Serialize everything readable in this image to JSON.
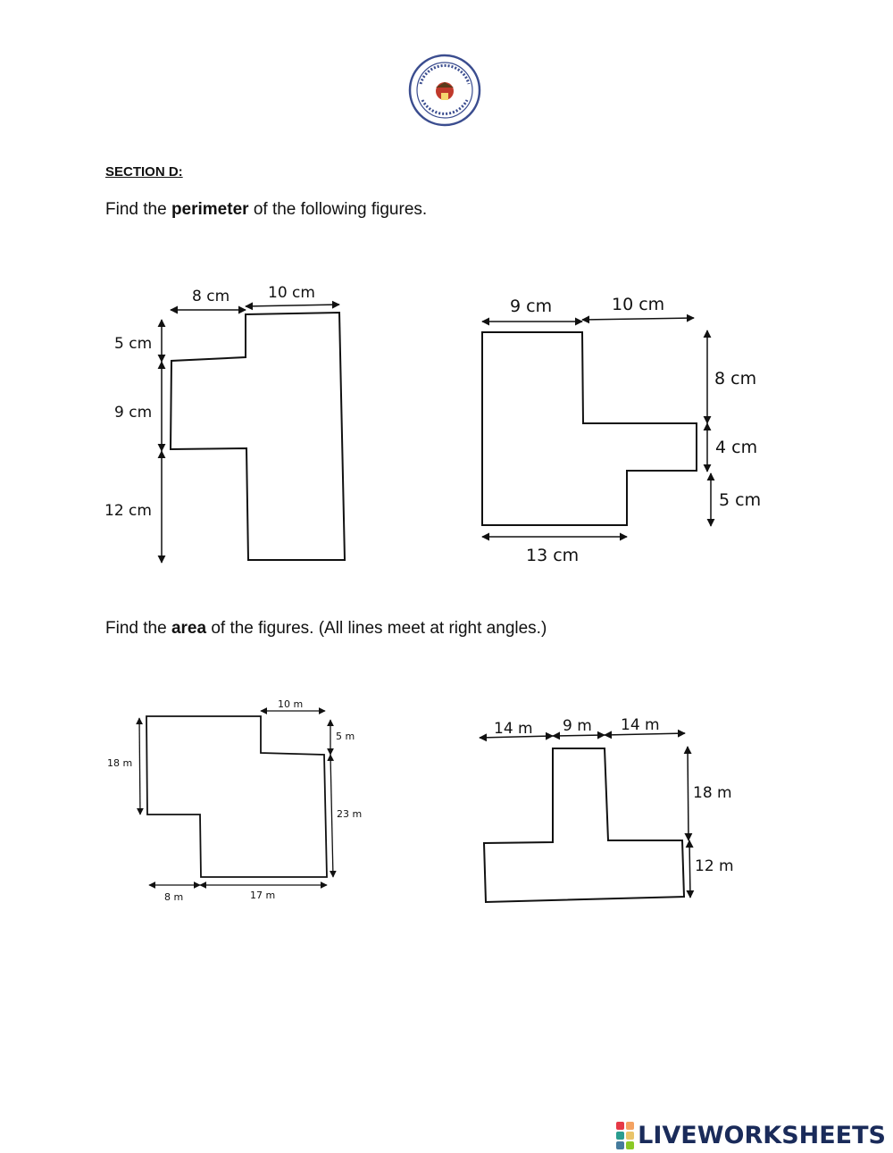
{
  "header": {
    "logo_icon": "school-seal-icon"
  },
  "section": {
    "title": "SECTION D:"
  },
  "perimeter_instruction": {
    "before": "Find the ",
    "bold": "perimeter",
    "after": " of the following figures."
  },
  "area_instruction": {
    "before": "Find the ",
    "bold": "area",
    "after": " of the figures. (All lines meet at right angles.)"
  },
  "figures": {
    "perimeter_1": {
      "top_left": "8 cm",
      "top_right": "10 cm",
      "side_1": "5 cm",
      "side_2": "9 cm",
      "side_3": "12 cm"
    },
    "perimeter_2": {
      "top_left": "9 cm",
      "top_right": "10 cm",
      "side_1": "8 cm",
      "side_2": "4 cm",
      "side_3": "5 cm",
      "bottom": "13 cm"
    },
    "area_1": {
      "top": "10 m",
      "right_1": "5 m",
      "right_2": "23 m",
      "left": "18 m",
      "bottom_1": "8 m",
      "bottom_2": "17 m"
    },
    "area_2": {
      "top_1": "14 m",
      "top_2": "9 m",
      "top_3": "14 m",
      "right_1": "18 m",
      "right_2": "12 m"
    }
  },
  "footer": {
    "brand": "LIVEWORKSHEETS",
    "brand_color": "#1a2b5a",
    "icon_colors": [
      "#e63946",
      "#f4a261",
      "#2a9d8f",
      "#e9c46a",
      "#457b9d",
      "#8ac926"
    ]
  }
}
